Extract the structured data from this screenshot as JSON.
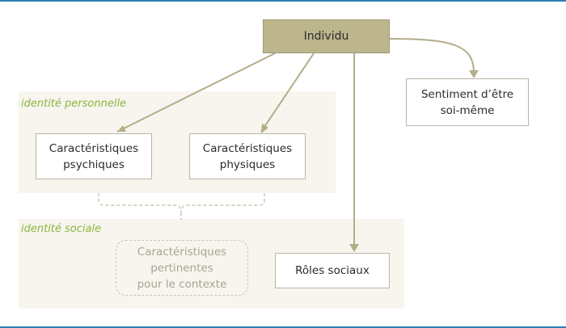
{
  "diagram": {
    "nodes": {
      "individu": "Individu",
      "sentiment": "Sentiment d’être\nsoi-même",
      "psychiques": "Caractéristiques\npsychiques",
      "physiques": "Caractéristiques\nphysiques",
      "contexte": "Caractéristiques\npertinentes\npour le contexte",
      "roles": "Rôles sociaux"
    },
    "groups": {
      "personnelle": "identité personnelle",
      "sociale": "identité sociale"
    },
    "edges": [
      {
        "from": "individu",
        "to": "psychiques"
      },
      {
        "from": "individu",
        "to": "physiques"
      },
      {
        "from": "individu",
        "to": "roles"
      },
      {
        "from": "individu",
        "to": "sentiment"
      }
    ],
    "colors": {
      "frame_lines": "#2f7fb5",
      "zone_fill": "#f7f5ee",
      "zone_label": "#8cb53f",
      "individu_fill": "#bdb58c",
      "arrow": "#b3ad8a",
      "node_border": "#b7b8a8",
      "dashed": "#c9c6b0"
    }
  }
}
